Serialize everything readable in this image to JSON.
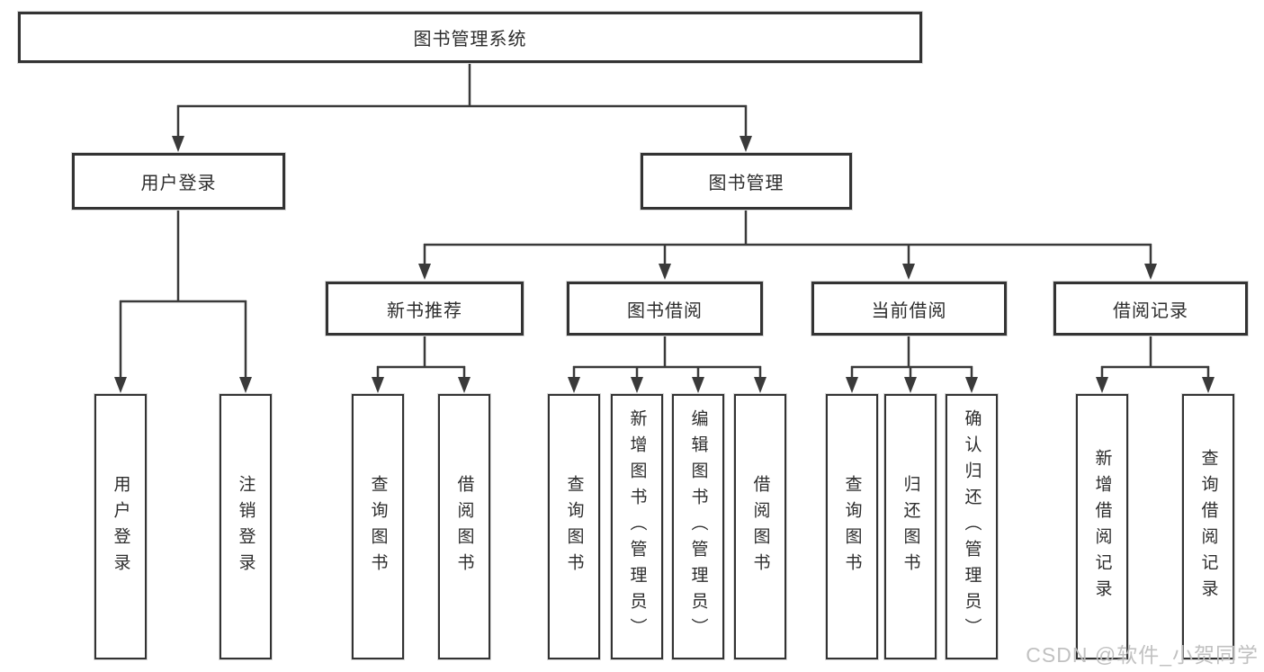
{
  "diagram": {
    "root": {
      "label": "图书管理系统"
    },
    "level2": {
      "user_login": {
        "label": "用户登录"
      },
      "book_management": {
        "label": "图书管理"
      }
    },
    "level3": {
      "new_book_recommend": {
        "label": "新书推荐"
      },
      "book_borrow": {
        "label": "图书借阅"
      },
      "current_borrow": {
        "label": "当前借阅"
      },
      "borrow_records": {
        "label": "借阅记录"
      }
    },
    "leaves": {
      "user_login": [
        "用户登录",
        "注销登录"
      ],
      "new_book_recommend": [
        "查询图书",
        "借阅图书"
      ],
      "book_borrow": [
        "查询图书",
        "新增图书（管理员）",
        "编辑图书（管理员）",
        "借阅图书"
      ],
      "current_borrow": [
        "查询图书",
        "归还图书",
        "确认归还（管理员）"
      ],
      "borrow_records": [
        "新增借阅记录",
        "查询借阅记录"
      ]
    }
  },
  "watermark": "CSDN @软件_小贺同学",
  "colors": {
    "background": "#ffffff",
    "box_border": "#333333",
    "connector_line": "#3a3a3a",
    "watermark_text": "#bebebe"
  }
}
